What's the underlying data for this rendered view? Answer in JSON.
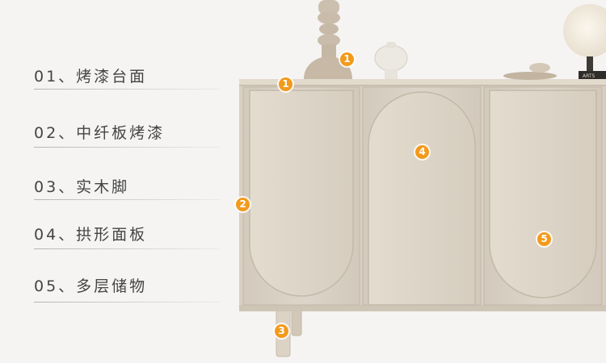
{
  "features": [
    {
      "number": "01",
      "separator": "、",
      "text": "烤漆台面"
    },
    {
      "number": "02",
      "separator": "、",
      "text": "中纤板烤漆"
    },
    {
      "number": "03",
      "separator": "、",
      "text": "实木脚"
    },
    {
      "number": "04",
      "separator": "、",
      "text": "拱形面板"
    },
    {
      "number": "05",
      "separator": "、",
      "text": "多层储物"
    }
  ],
  "labels": {
    "item1": "01、烤漆台面",
    "item2": "02、中纤板烤漆",
    "item3": "03、实木脚",
    "item4": "04、拱形面板",
    "item5": "05、多层储物"
  },
  "markers": {
    "vase": "1",
    "top": "1",
    "side": "2",
    "leg": "3",
    "arch": "4",
    "storage": "5"
  },
  "book_spine_text": "ARTS",
  "colors": {
    "background": "#f5f4f2",
    "cabinet": "#dcd3c6",
    "marker": "#f39a1c",
    "text": "#444444"
  }
}
